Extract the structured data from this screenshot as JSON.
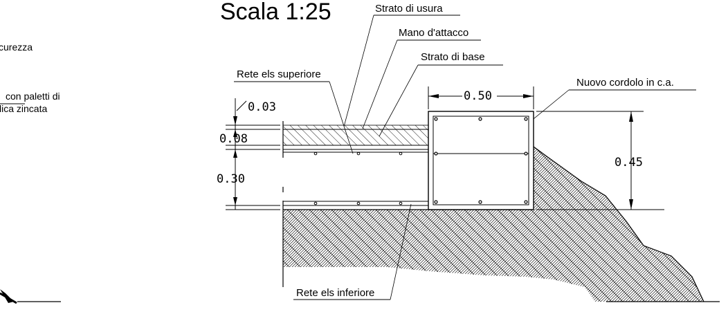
{
  "title": "Scala 1:25",
  "labels": {
    "strato_usura": "Strato di usura",
    "mano_attacco": "Mano d'attacco",
    "strato_base": "Strato di base",
    "rete_superiore": "Rete els superiore",
    "rete_inferiore": "Rete els inferiore",
    "cordolo": "Nuovo cordolo in c.a."
  },
  "dimensions": {
    "d003": "0.03",
    "d008": "0.08",
    "d030": "0.30",
    "d050": "0.50",
    "d045": "0.45"
  },
  "left_notes": {
    "line1": "curezza",
    "line2": "con paletti di",
    "line3": "lica zincata"
  }
}
